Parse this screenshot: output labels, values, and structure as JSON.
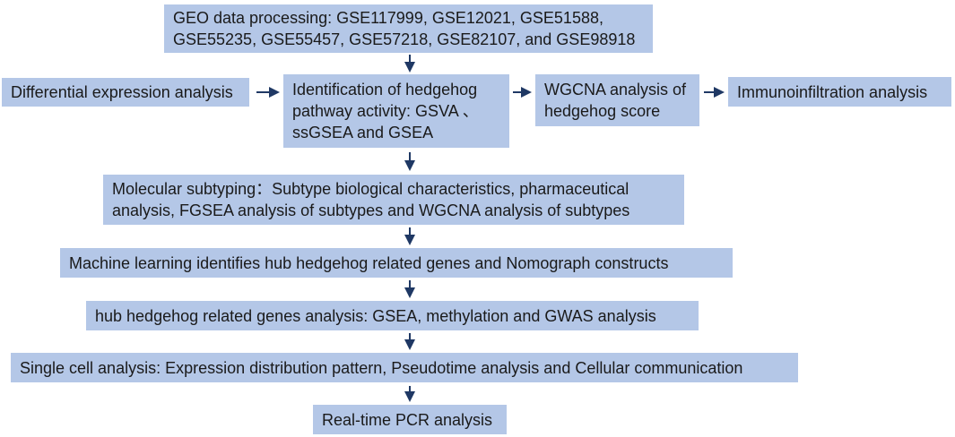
{
  "colors": {
    "box_fill": "#b4c7e7",
    "arrow": "#1f3864",
    "text": "#1a1a1a"
  },
  "nodes": {
    "geo": "GEO  data  processing:  GSE117999,  GSE12021,  GSE51588,\nGSE55235, GSE55457, GSE57218, GSE82107, and GSE98918",
    "differential": "Differential expression analysis",
    "hedgehog_activity": "Identification of hedgehog\npathway activity: GSVA 、\nssGSEA and GSEA",
    "wgcna_score": "WGCNA analysis of\nhedgehog score",
    "immunoinfiltration": "Immunoinfiltration analysis",
    "molecular_subtyping": "Molecular subtyping：Subtype biological characteristics, pharmaceutical\nanalysis, FGSEA analysis of subtypes and WGCNA analysis of subtypes",
    "machine_learning": "Machine learning identifies hub hedgehog related genes and Nomograph constructs",
    "hub_genes": "hub hedgehog related genes analysis: GSEA, methylation and GWAS analysis",
    "single_cell": "Single cell analysis: Expression distribution pattern, Pseudotime analysis and Cellular communication",
    "pcr": "Real-time PCR analysis"
  }
}
